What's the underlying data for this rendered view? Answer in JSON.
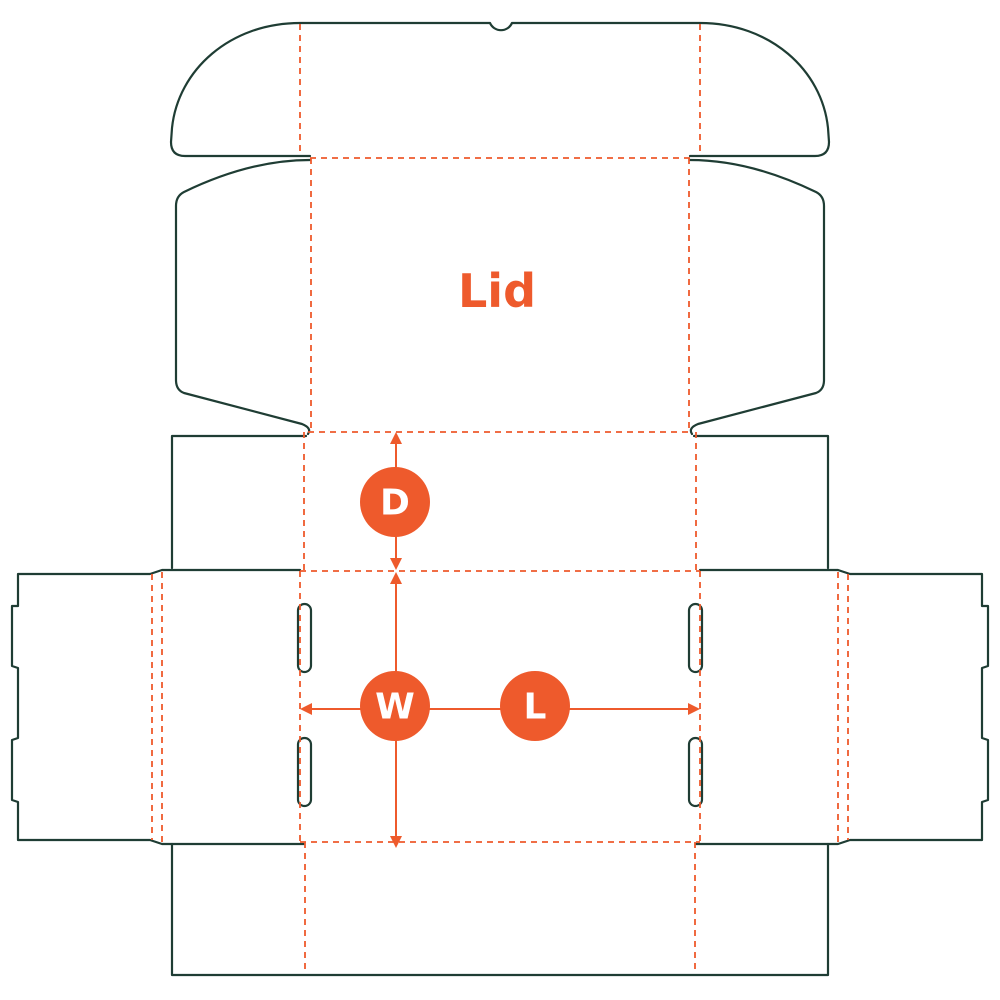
{
  "labels": {
    "lid": "Lid",
    "depth": "D",
    "width": "W",
    "length": "L"
  },
  "colors": {
    "cut_line": "#1f3d34",
    "fold_line": "#ee5a2c",
    "accent": "#ee5a2c",
    "badge_text": "#ffffff",
    "background": "#ffffff"
  }
}
